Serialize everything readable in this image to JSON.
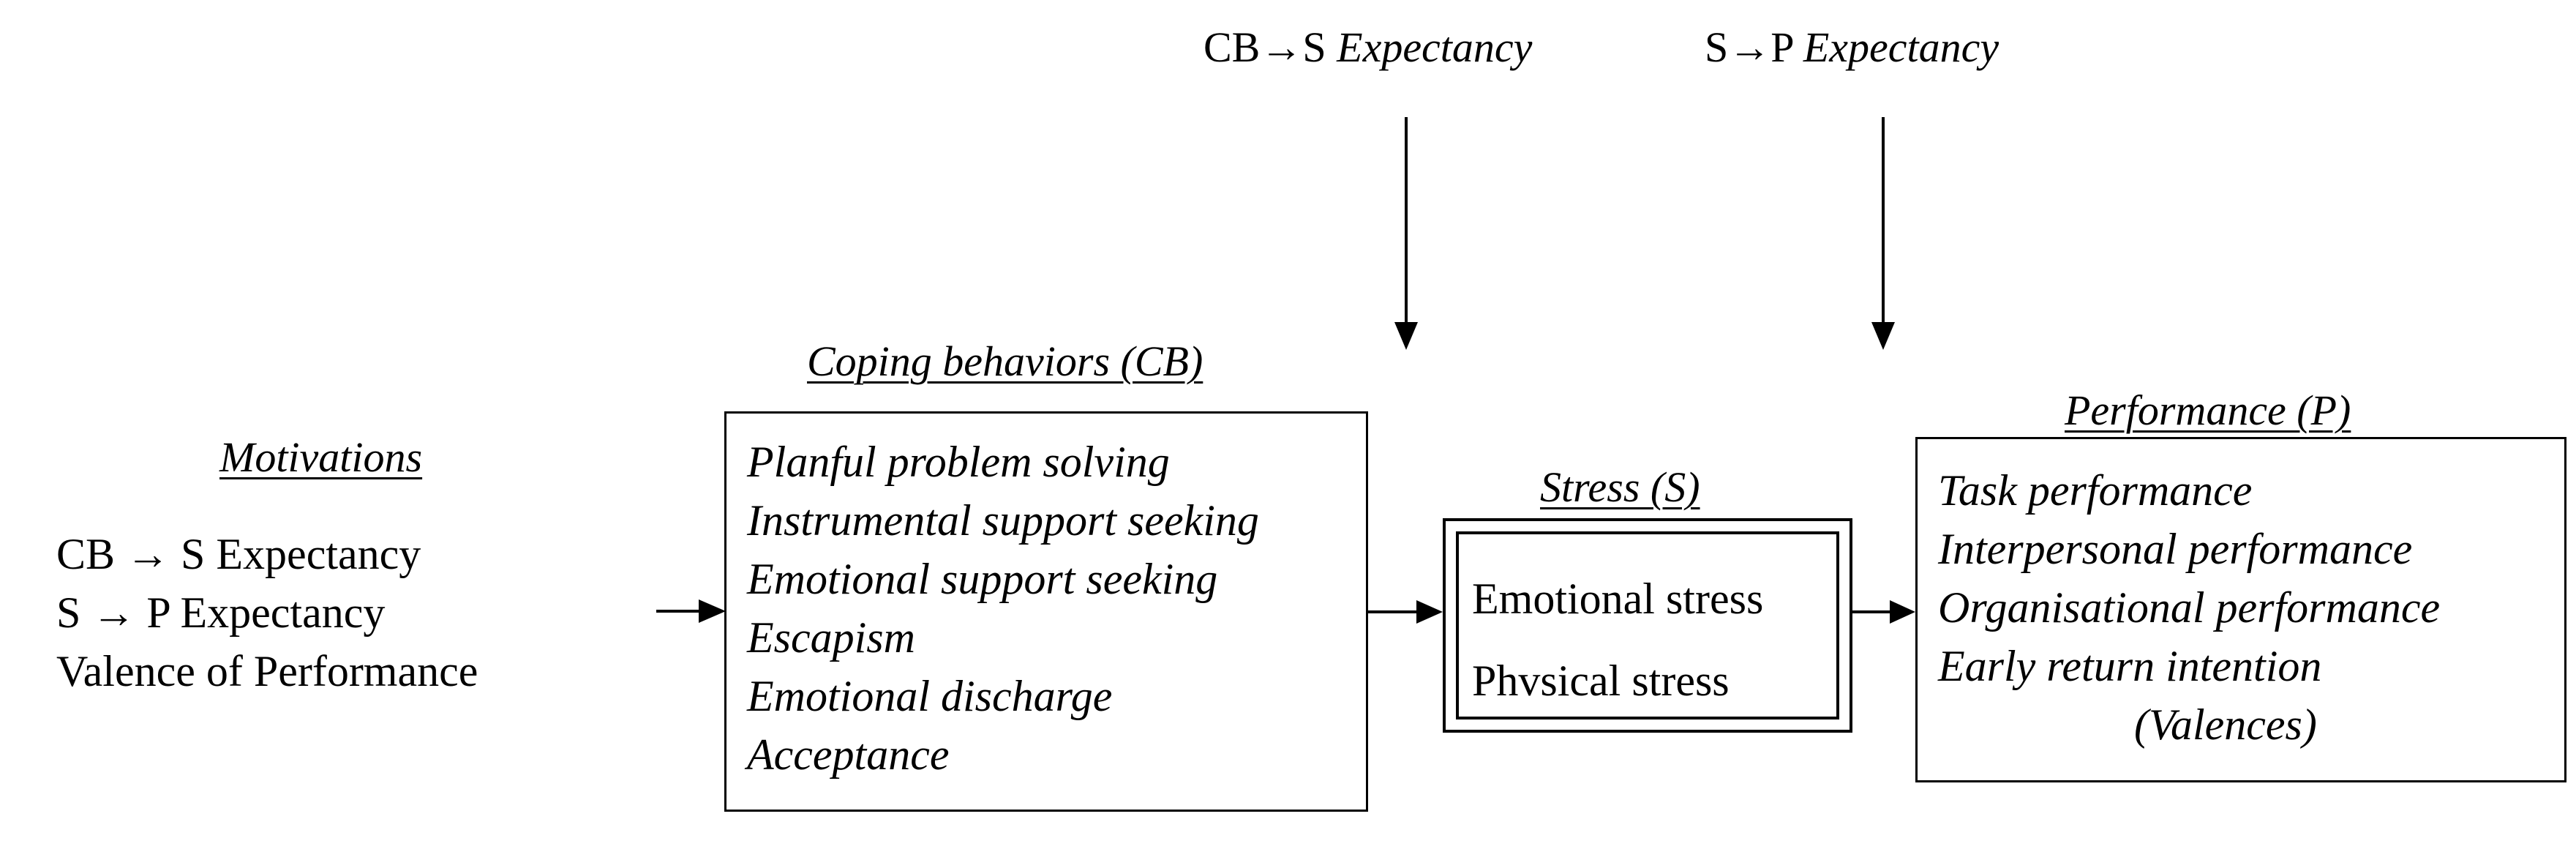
{
  "top_labels": {
    "cb_s": {
      "prefix": "CB",
      "arrow": "→",
      "suffix": "S ",
      "italic": "Expectancy"
    },
    "s_p": {
      "prefix": "S",
      "arrow": "→",
      "suffix": "P ",
      "italic": "Expectancy"
    }
  },
  "motivations": {
    "heading": "Motivations",
    "items": [
      "CB → S Expectancy",
      "S → P Expectancy",
      "Valence of Performance"
    ]
  },
  "coping": {
    "heading": "Coping behaviors (CB)",
    "items": [
      "Planful problem solving",
      "Instrumental support seeking",
      "Emotional support seeking",
      "Escapism",
      "Emotional discharge",
      "Acceptance"
    ]
  },
  "stress": {
    "heading": "Stress (S)",
    "items": [
      "Emotional stress",
      "Phvsical stress"
    ]
  },
  "performance": {
    "heading": "Performance (P)",
    "items": [
      "Task performance",
      "Interpersonal performance",
      "Organisational performance",
      "Early return intention"
    ],
    "valences": {
      "open": "(",
      "word": "Valences",
      "close": ")"
    }
  },
  "colors": {
    "ink": "#000000",
    "background": "#ffffff"
  }
}
